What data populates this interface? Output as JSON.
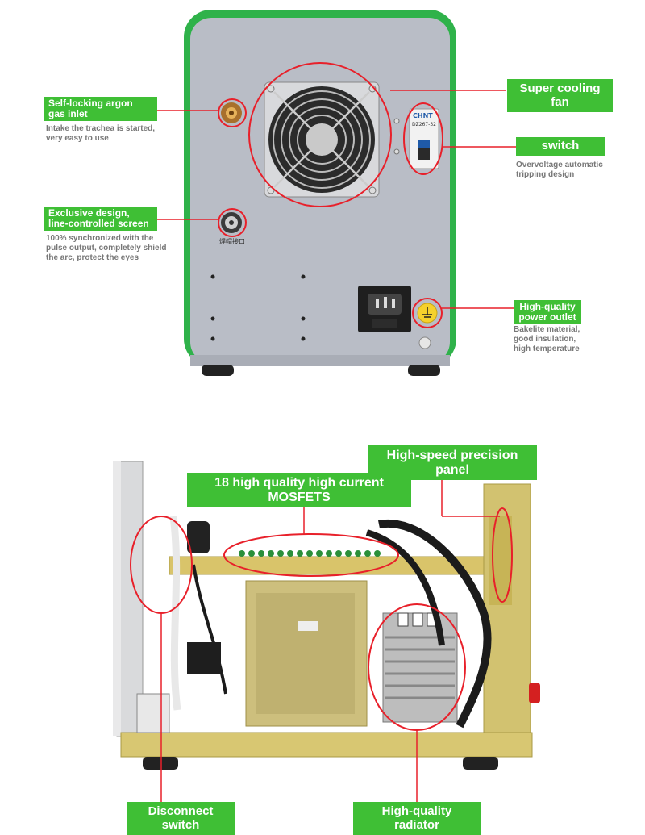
{
  "top": {
    "labels": {
      "argon": {
        "title_line1": "Self-locking argon",
        "title_line2": "gas inlet",
        "desc_line1": "Intake the trachea is started,",
        "desc_line2": "very easy to use"
      },
      "screen": {
        "title_line1": "Exclusive design,",
        "title_line2": "line-controlled screen",
        "desc_line1": "100% synchronized with the",
        "desc_line2": "pulse output, completely shield",
        "desc_line3": "the arc, protect the eyes"
      },
      "fan": {
        "title": "Super cooling fan"
      },
      "switch": {
        "title": "switch",
        "desc_line1": "Overvoltage automatic",
        "desc_line2": "tripping design"
      },
      "power": {
        "title_line1": "High-quality",
        "title_line2": "power outlet",
        "desc_line1": "Bakelite material,",
        "desc_line2": "good insulation,",
        "desc_line3": "high temperature"
      }
    },
    "breaker_brand": "CHNT",
    "breaker_model": "DZ267-32",
    "connector_label": "焊帽接口"
  },
  "bottom": {
    "labels": {
      "panel": "High-speed precision panel",
      "mosfet": "18 high quality high current MOSFETS",
      "disconnect": "Disconnect switch",
      "radiator": "High-quality radiator"
    }
  },
  "colors": {
    "tag_green": "#3fbf35",
    "callout_red": "#e8202a",
    "case_green": "#2fb24a",
    "panel_grey": "#b9bdc6"
  }
}
